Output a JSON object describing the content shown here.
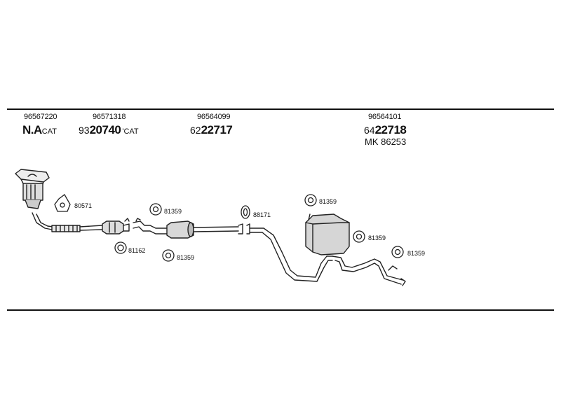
{
  "rules": {
    "color": "#111111"
  },
  "parts": [
    {
      "part_no": "96567220",
      "prefix": "",
      "code": "N.A",
      "suffix": "CAT",
      "mk": ""
    },
    {
      "part_no": "96571318",
      "prefix": "93",
      "code": "20740",
      "suffix": "CAT",
      "mk": ""
    },
    {
      "part_no": "96564099",
      "prefix": "62",
      "code": "22717",
      "suffix": "",
      "mk": ""
    },
    {
      "part_no": "96564101",
      "prefix": "64",
      "code": "22718",
      "suffix": "",
      "mk": "MK  86253"
    }
  ],
  "fittings": {
    "f80571": "80571",
    "f81162": "81162",
    "f81359_a": "81359",
    "f81359_b": "81359",
    "f88171": "88171",
    "f81359_c": "81359",
    "f81359_d": "81359",
    "f81359_e": "81359"
  },
  "icons": {
    "gasket": "triangle-gasket-icon",
    "ring": "o-ring-icon",
    "clamp": "hex-clamp-icon"
  }
}
